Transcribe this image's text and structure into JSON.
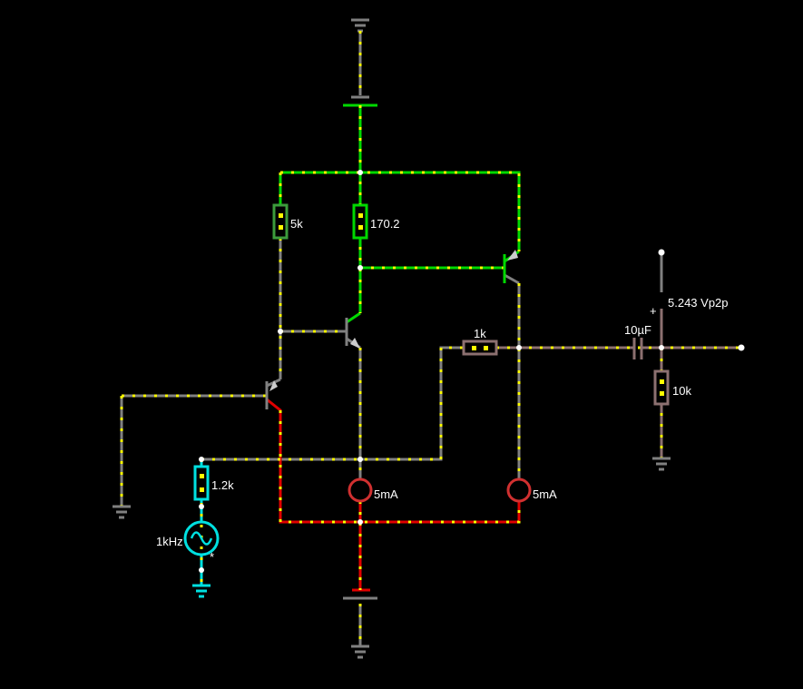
{
  "circuit": {
    "resistors": {
      "r_5k": "5k",
      "r_170": "170.2",
      "r_1k": "1k",
      "r_10k": "10k",
      "r_1_2k": "1.2k"
    },
    "capacitor": "10µF",
    "current_sources": [
      "5mA",
      "5mA"
    ],
    "ac_source": {
      "freq": "1kHz",
      "marker": "*"
    },
    "voltmeter": {
      "reading": "5.243 Vp2p",
      "polarity": "+"
    }
  },
  "colors": {
    "wire_idle": "#808080",
    "wire_high": "#00d800",
    "wire_low": "#e00000",
    "source": "#00e0e0",
    "output": "#8c7070",
    "current_dot": "#ffff00"
  }
}
